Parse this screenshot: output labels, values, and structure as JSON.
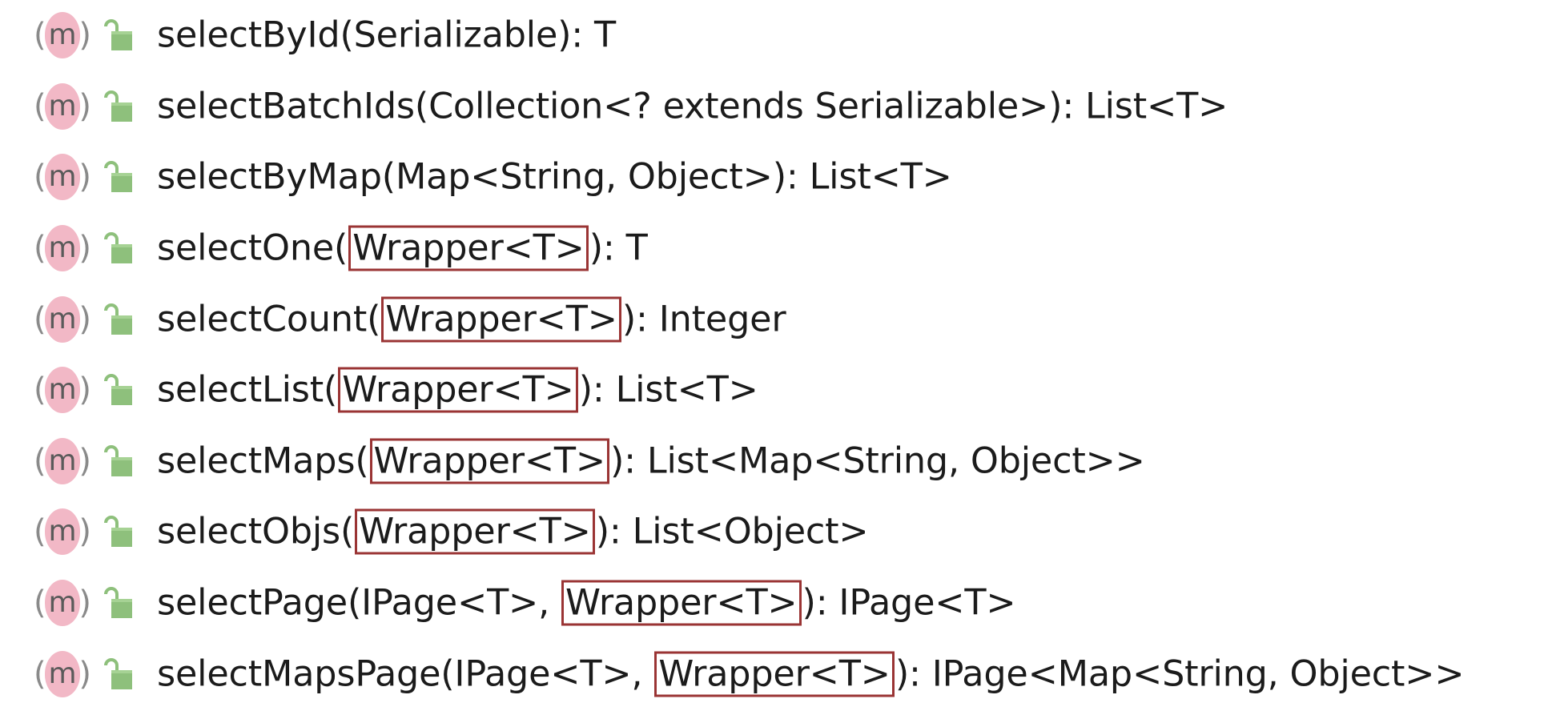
{
  "methods": [
    {
      "name": "selectById",
      "open": "(",
      "pre": "Serializable",
      "param": "",
      "close": "): T",
      "highlighted": false,
      "icon": "method-icon",
      "access_icon": "public-lock-icon"
    },
    {
      "name": "selectBatchIds",
      "open": "(",
      "pre": "Collection<? extends Serializable>",
      "param": "",
      "close": "): List<T>",
      "highlighted": false,
      "icon": "method-icon",
      "access_icon": "public-lock-icon"
    },
    {
      "name": "selectByMap",
      "open": "(",
      "pre": "Map<String, Object>",
      "param": "",
      "close": "): List<T>",
      "highlighted": false,
      "icon": "method-icon",
      "access_icon": "public-lock-icon"
    },
    {
      "name": "selectOne",
      "open": "(",
      "pre": "",
      "param": "Wrapper<T>",
      "close": "): T",
      "highlighted": true,
      "icon": "method-icon",
      "access_icon": "public-lock-icon"
    },
    {
      "name": "selectCount",
      "open": "(",
      "pre": "",
      "param": "Wrapper<T>",
      "close": "): Integer",
      "highlighted": true,
      "icon": "method-icon",
      "access_icon": "public-lock-icon"
    },
    {
      "name": "selectList",
      "open": "(",
      "pre": "",
      "param": "Wrapper<T>",
      "close": "): List<T>",
      "highlighted": true,
      "icon": "method-icon",
      "access_icon": "public-lock-icon"
    },
    {
      "name": "selectMaps",
      "open": "(",
      "pre": "",
      "param": "Wrapper<T>",
      "close": "): List<Map<String, Object>>",
      "highlighted": true,
      "icon": "method-icon",
      "access_icon": "public-lock-icon"
    },
    {
      "name": "selectObjs",
      "open": "(",
      "pre": "",
      "param": "Wrapper<T>",
      "close": "): List<Object>",
      "highlighted": true,
      "icon": "method-icon",
      "access_icon": "public-lock-icon"
    },
    {
      "name": "selectPage",
      "open": "(",
      "pre": "IPage<T>, ",
      "param": "Wrapper<T>",
      "close": "): IPage<T>",
      "highlighted": true,
      "icon": "method-icon",
      "access_icon": "public-lock-icon"
    },
    {
      "name": "selectMapsPage",
      "open": "(",
      "pre": "IPage<T>, ",
      "param": "Wrapper<T>",
      "close": "): IPage<Map<String, Object>>",
      "highlighted": true,
      "icon": "method-icon",
      "access_icon": "public-lock-icon"
    }
  ],
  "icon_letter": "m",
  "colors": {
    "method_icon_bg": "#f2b8c6",
    "lock_icon": "#8ec07c",
    "highlight_border": "#9a3434",
    "text": "#1b1b1b"
  }
}
